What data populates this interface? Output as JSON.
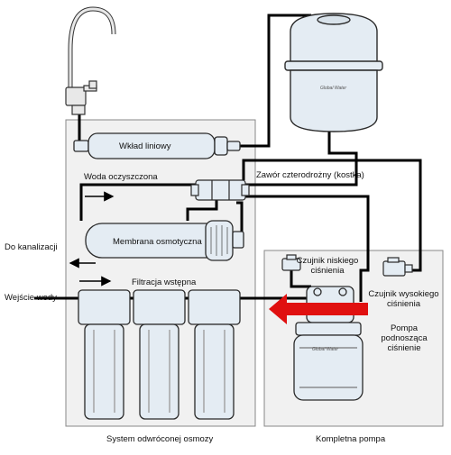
{
  "labels": {
    "inline_cartridge": "Wkład liniowy",
    "purified_water": "Woda oczyszczona",
    "four_way_valve": "Zawór czterodrożny (kostka)",
    "osmosis_membrane": "Membrana osmotyczna",
    "to_drain": "Do kanalizacji",
    "prefiltration": "Filtracja wstępna",
    "water_inlet": "Wejście wody",
    "low_pressure_sensor": "Czujnik niskiego ciśnienia",
    "high_pressure_sensor": "Czujnik wysokiego ciśnienia",
    "booster_pump": "Pompa podnosząca ciśnienie",
    "ro_system": "System odwróconej osmozy",
    "complete_pump": "Kompletna pompa",
    "brand_tank": "Global Water",
    "brand_pump": "Global Water"
  },
  "colors": {
    "pipe": "#000000",
    "panel_fill": "#f1f1f1",
    "panel_border": "#888888",
    "component_fill": "#e4ecf3",
    "component_stroke": "#2a2a2a",
    "flow_arrow": "#e01010"
  }
}
